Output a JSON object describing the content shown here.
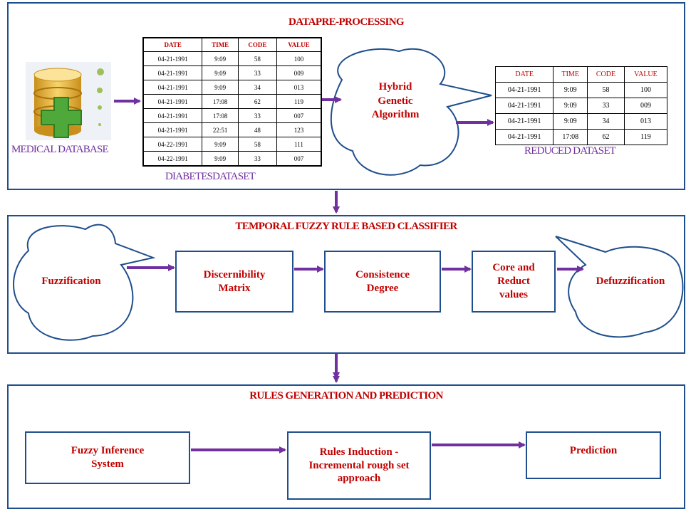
{
  "panels": {
    "preprocessing": {
      "title": "DATAPRE-PROCESSING",
      "medical_db_label": "MEDICAL DATABASE",
      "diabetes_label": "DIABETESDATASET",
      "reduced_label": "REDUCED DATASET",
      "cloud_text": [
        "Hybrid",
        "Genetic",
        "Algorithm"
      ]
    },
    "classifier": {
      "title": "TEMPORAL FUZZY RULE BASED CLASSIFIER",
      "fuzzification": "Fuzzification",
      "discernibility": [
        "Discernibility",
        "Matrix"
      ],
      "consistence": [
        "Consistence",
        "Degree"
      ],
      "core": [
        "Core and",
        "Reduct",
        "values"
      ],
      "defuzzification": "Defuzzification"
    },
    "rules": {
      "title": "RULES GENERATION AND PREDICTION",
      "fis": [
        "Fuzzy Inference",
        "System"
      ],
      "induction": [
        "Rules Induction -",
        "Incremental rough set",
        "approach"
      ],
      "prediction": "Prediction"
    }
  },
  "diabetes_table": {
    "headers": [
      "DATE",
      "TIME",
      "CODE",
      "VALUE"
    ],
    "rows": [
      [
        "04-21-1991",
        "9:09",
        "58",
        "100"
      ],
      [
        "04-21-1991",
        "9:09",
        "33",
        "009"
      ],
      [
        "04-21-1991",
        "9:09",
        "34",
        "013"
      ],
      [
        "04-21-1991",
        "17:08",
        "62",
        "119"
      ],
      [
        "04-21-1991",
        "17:08",
        "33",
        "007"
      ],
      [
        "04-21-1991",
        "22:51",
        "48",
        "123"
      ],
      [
        "04-22-1991",
        "9:09",
        "58",
        "111"
      ],
      [
        "04-22-1991",
        "9:09",
        "33",
        "007"
      ]
    ]
  },
  "reduced_table": {
    "headers": [
      "DATE",
      "TIME",
      "CODE",
      "VALUE"
    ],
    "rows": [
      [
        "04-21-1991",
        "9:09",
        "58",
        "100"
      ],
      [
        "04-21-1991",
        "9:09",
        "33",
        "009"
      ],
      [
        "04-21-1991",
        "9:09",
        "34",
        "013"
      ],
      [
        "04-21-1991",
        "17:08",
        "62",
        "119"
      ]
    ]
  },
  "colors": {
    "border": "#1f4e8c",
    "text_red": "#c00000",
    "arrow": "#7030a0",
    "label_purple": "#7030a0"
  }
}
